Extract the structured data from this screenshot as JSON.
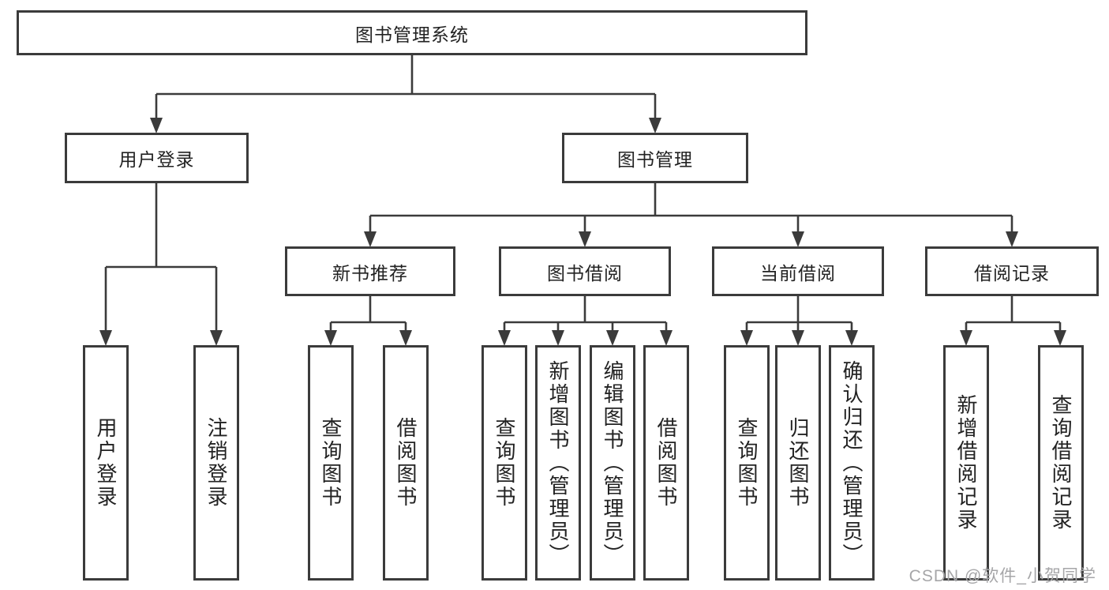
{
  "diagram_title": "图书管理系统",
  "colors": {
    "line": "#3b3b3b",
    "border": "#3b3b3b",
    "text": "#222222",
    "watermark": "#a6a6a8",
    "background": "#ffffff"
  },
  "watermark": {
    "text": "CSDN @软件_小贺同学"
  },
  "nodes": {
    "root": {
      "label": "图书管理系统"
    },
    "user_login": {
      "label": "用户登录"
    },
    "book_mgmt": {
      "label": "图书管理"
    },
    "new_book_rec": {
      "label": "新书推荐"
    },
    "book_borrow": {
      "label": "图书借阅"
    },
    "current_borrow": {
      "label": "当前借阅"
    },
    "borrow_record": {
      "label": "借阅记录"
    },
    "leaf_user_login": {
      "label": "用户登录"
    },
    "leaf_logout": {
      "label": "注销登录"
    },
    "leaf_nbr_query": {
      "label": "查询图书"
    },
    "leaf_nbr_borrow": {
      "label": "借阅图书"
    },
    "leaf_bb_query": {
      "label": "查询图书"
    },
    "leaf_bb_add": {
      "label": "新增图书（管理员）"
    },
    "leaf_bb_edit": {
      "label": "编辑图书（管理员）"
    },
    "leaf_bb_borrow": {
      "label": "借阅图书"
    },
    "leaf_cb_query": {
      "label": "查询图书"
    },
    "leaf_cb_return": {
      "label": "归还图书"
    },
    "leaf_cb_confirm": {
      "label": "确认归还（管理员）"
    },
    "leaf_br_add": {
      "label": "新增借阅记录"
    },
    "leaf_br_query": {
      "label": "查询借阅记录"
    }
  }
}
